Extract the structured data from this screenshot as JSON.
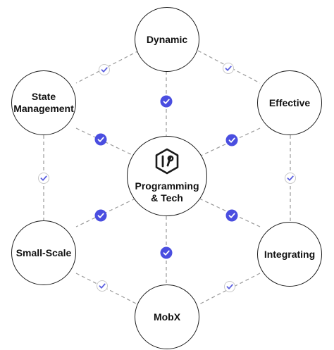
{
  "colors": {
    "outline": "#1a1a1a",
    "connector": "#9a9a9a",
    "check_filled": "#4a4ee0",
    "check_outline": "#5b5fe0"
  },
  "center": {
    "label_line1": "Programming",
    "label_line2": "& Tech",
    "logo_icon": "hexagon-logo-icon"
  },
  "nodes": {
    "dynamic": "Dynamic",
    "effective": "Effective",
    "integrating": "Integrating",
    "mobx": "MobX",
    "small_scale": "Small-Scale",
    "state_management": "State\nManagement"
  },
  "icons": {
    "check_filled": "check-circle-filled-icon",
    "check_outline": "check-circle-outline-icon"
  }
}
